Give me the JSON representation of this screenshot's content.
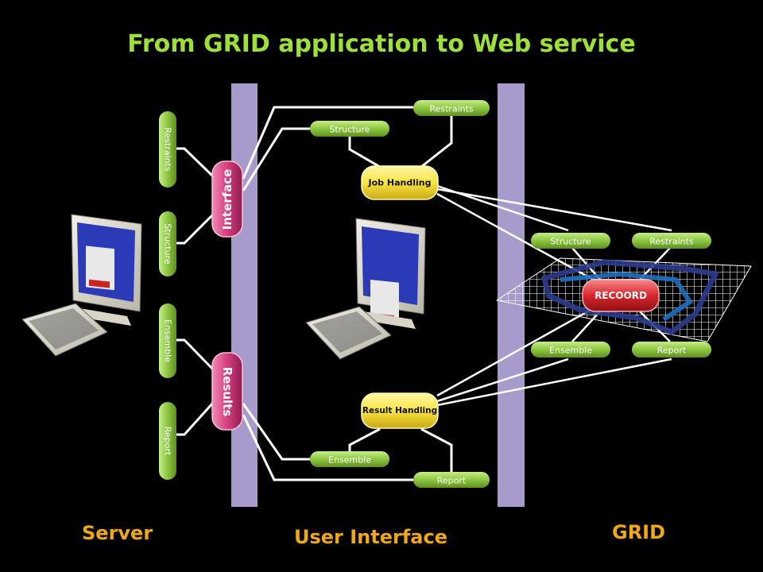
{
  "title": "From GRID application to Web service",
  "zones": {
    "server": "Server",
    "user_interface": "User Interface",
    "grid": "GRID"
  },
  "server_pills": {
    "restraints": "Restraints",
    "structure": "Structure",
    "ensemble": "Ensemble",
    "report": "Report"
  },
  "connectors": {
    "interface": "Interface",
    "results": "Results"
  },
  "ui_pills": {
    "structure": "Structure",
    "restraints": "Restraints",
    "job_handling": "Job Handling",
    "result_handling": "Result Handling",
    "ensemble": "Ensemble",
    "report": "Report"
  },
  "grid_pills": {
    "structure": "Structure",
    "restraints": "Restraints",
    "recoord": "RECOORD",
    "ensemble": "Ensemble",
    "report": "Report"
  },
  "colors": {
    "title": "#9ee03a",
    "zone_label": "#f0a818",
    "bar": "#a79bcb",
    "pill_green": "#8cc63f",
    "pill_yellow": "#f7e443",
    "pill_pink": "#d43c7e",
    "pill_red": "#d9262c"
  }
}
